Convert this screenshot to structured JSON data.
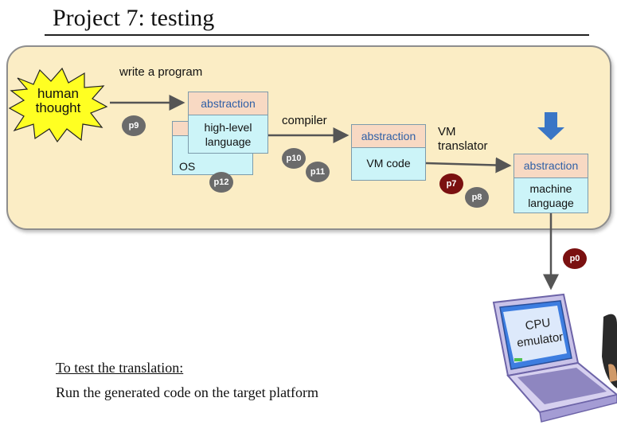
{
  "title": "Project 7: testing",
  "diagram": {
    "source_label": "human thought",
    "steps": {
      "write_program": "write a program",
      "compiler": "compiler",
      "vm_translator": "VM translator"
    },
    "boxes": {
      "high_level": {
        "head": "abstraction",
        "body": "high-level language"
      },
      "os": {
        "body": "OS"
      },
      "vm_code": {
        "head": "abstraction",
        "body": "VM code"
      },
      "machine": {
        "head": "abstraction",
        "body": "machine language"
      }
    },
    "badges": {
      "p9": "p9",
      "p12": "p12",
      "p10": "p10",
      "p11": "p11",
      "p7": "p7",
      "p8": "p8",
      "p0": "p0"
    },
    "target": "CPU emulator"
  },
  "footer": {
    "heading": "To test the translation:",
    "body": "Run the generated code on the target platform"
  },
  "colors": {
    "panel": "#fbedc5",
    "box_head": "#f8d9c3",
    "box_body": "#ccf4f8",
    "head_text": "#2f5fa6",
    "burst": "#ffff22",
    "badge_gray": "#6b6b6b",
    "badge_red": "#7a1010",
    "down_arrow": "#3a76c6"
  },
  "icons": [
    "starburst-shape",
    "down-arrow-icon",
    "laptop-icon"
  ]
}
